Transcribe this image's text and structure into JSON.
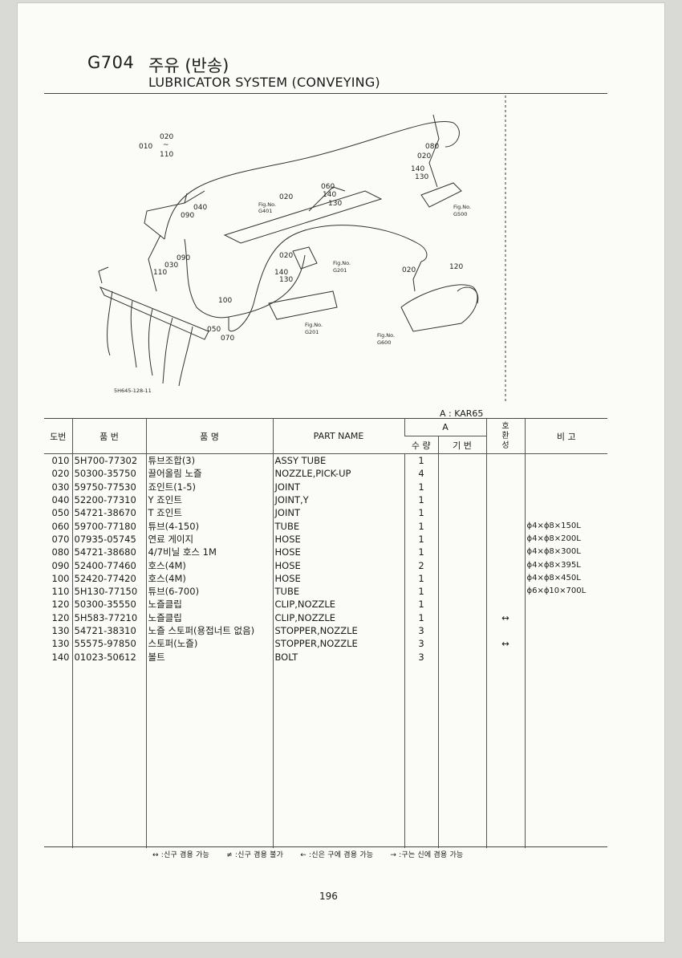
{
  "header": {
    "code": "G704",
    "title_ko": "주유 (반송)",
    "title_en": "LUBRICATOR SYSTEM (CONVEYING)"
  },
  "diagram": {
    "callouts": [
      "020",
      "010",
      "~",
      "110",
      "080",
      "020",
      "140",
      "130",
      "060",
      "020",
      "140",
      "130",
      "040",
      "090",
      "090",
      "030",
      "110",
      "020",
      "140",
      "130",
      "020",
      "120",
      "100",
      "050",
      "070"
    ],
    "fig_refs": [
      "Fig.No.",
      "G401",
      "Fig.No.",
      "G500",
      "Fig.No.",
      "G201",
      "Fig.No.",
      "G201",
      "Fig.No.",
      "G600"
    ],
    "drawing_code": "5H645-128-11"
  },
  "model_label": "A : KAR65",
  "table": {
    "headers": {
      "ref": "도번",
      "part_no": "품 번",
      "name_ko": "품 명",
      "part_name": "PART NAME",
      "group_a": "A",
      "qty": "수 량",
      "note_small": "기 번",
      "interchange": "호\n환\n성",
      "remarks": "비 고"
    },
    "rows": [
      {
        "ref": "010",
        "part_no": "5H700-77302",
        "name_ko": "튜브조합(3)",
        "name": "ASSY TUBE",
        "qty": "1",
        "mark": "",
        "rem": ""
      },
      {
        "ref": "020",
        "part_no": "50300-35750",
        "name_ko": "끌어올림 노즐",
        "name": "NOZZLE,PICK-UP",
        "qty": "4",
        "mark": "",
        "rem": ""
      },
      {
        "ref": "030",
        "part_no": "59750-77530",
        "name_ko": "죠인트(1-5)",
        "name": "JOINT",
        "qty": "1",
        "mark": "",
        "rem": ""
      },
      {
        "ref": "040",
        "part_no": "52200-77310",
        "name_ko": "Y 죠인트",
        "name": "JOINT,Y",
        "qty": "1",
        "mark": "",
        "rem": ""
      },
      {
        "ref": "050",
        "part_no": "54721-38670",
        "name_ko": "T 죠인트",
        "name": "JOINT",
        "qty": "1",
        "mark": "",
        "rem": ""
      },
      {
        "ref": "060",
        "part_no": "59700-77180",
        "name_ko": "튜브(4-150)",
        "name": "TUBE",
        "qty": "1",
        "mark": "",
        "rem": "ϕ4×ϕ8×150L"
      },
      {
        "ref": "070",
        "part_no": "07935-05745",
        "name_ko": "연료 게이지",
        "name": "HOSE",
        "qty": "1",
        "mark": "",
        "rem": "ϕ4×ϕ8×200L"
      },
      {
        "ref": "080",
        "part_no": "54721-38680",
        "name_ko": "4/7비닐 호스  1M",
        "name": "HOSE",
        "qty": "1",
        "mark": "",
        "rem": "ϕ4×ϕ8×300L"
      },
      {
        "ref": "090",
        "part_no": "52400-77460",
        "name_ko": "호스(4M)",
        "name": "HOSE",
        "qty": "2",
        "mark": "",
        "rem": "ϕ4×ϕ8×395L"
      },
      {
        "ref": "100",
        "part_no": "52420-77420",
        "name_ko": "호스(4M)",
        "name": "HOSE",
        "qty": "1",
        "mark": "",
        "rem": "ϕ4×ϕ8×450L"
      },
      {
        "ref": "110",
        "part_no": "5H130-77150",
        "name_ko": "튜브(6-700)",
        "name": "TUBE",
        "qty": "1",
        "mark": "",
        "rem": "ϕ6×ϕ10×700L"
      },
      {
        "ref": "120",
        "part_no": "50300-35550",
        "name_ko": "노즐클립",
        "name": "CLIP,NOZZLE",
        "qty": "1",
        "mark": "",
        "rem": ""
      },
      {
        "ref": "120",
        "part_no": "5H583-77210",
        "name_ko": "노즐클립",
        "name": "CLIP,NOZZLE",
        "qty": "1",
        "mark": "↔",
        "rem": ""
      },
      {
        "ref": "130",
        "part_no": "54721-38310",
        "name_ko": "노즐 스토퍼(용접너트 없음)",
        "name": "STOPPER,NOZZLE",
        "qty": "3",
        "mark": "",
        "rem": ""
      },
      {
        "ref": "130",
        "part_no": "55575-97850",
        "name_ko": "스토퍼(노즐)",
        "name": "STOPPER,NOZZLE",
        "qty": "3",
        "mark": "↔",
        "rem": ""
      },
      {
        "ref": "140",
        "part_no": "01023-50612",
        "name_ko": "볼트",
        "name": "BOLT",
        "qty": "3",
        "mark": "",
        "rem": ""
      }
    ]
  },
  "legend": [
    "↔ :신구 겸용 가능",
    "≠ :신구 겸용 불가",
    "← :신은 구에 겸용 가능",
    "→ :구는 신에 겸용 가능"
  ],
  "page_number": "196"
}
